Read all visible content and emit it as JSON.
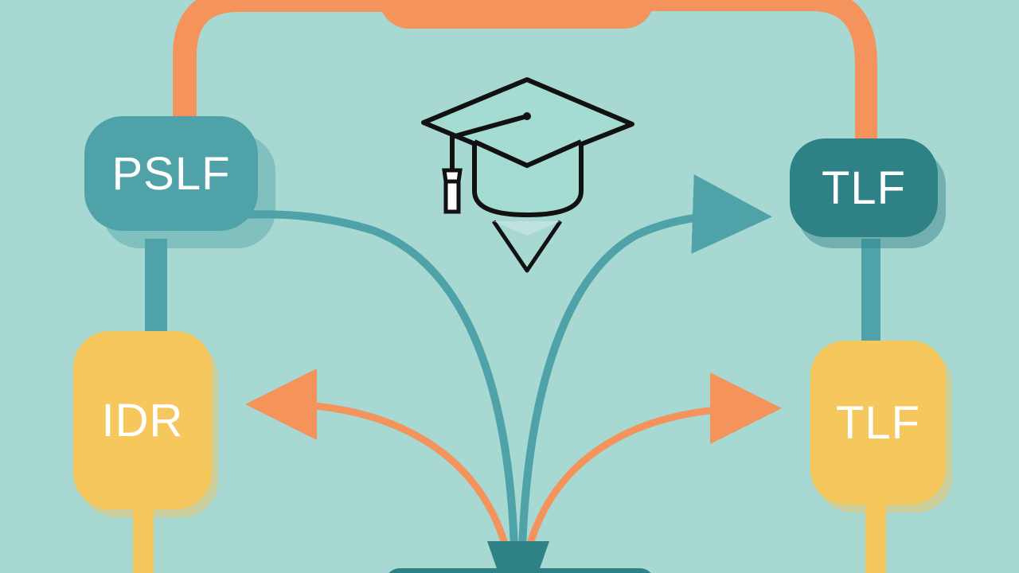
{
  "nodes": {
    "pslf": {
      "label": "PSLF",
      "color": "#4fa3a8"
    },
    "tlf_top": {
      "label": "TLF",
      "color": "#2e8184"
    },
    "idr": {
      "label": "IDR",
      "color": "#f6c75c"
    },
    "tlf_bottom": {
      "label": "TLF",
      "color": "#f6c75c"
    },
    "top_node": {
      "color": "#f4935c"
    },
    "bottom_base": {
      "color": "#2e8184"
    }
  },
  "icons": {
    "center": "graduation-cap-icon"
  },
  "colors": {
    "background": "#a8d8d2",
    "orange_connector": "#f4935c",
    "teal_connector": "#4fa3a8",
    "yellow_connector": "#f6c75c",
    "icon_stroke": "#111111"
  }
}
